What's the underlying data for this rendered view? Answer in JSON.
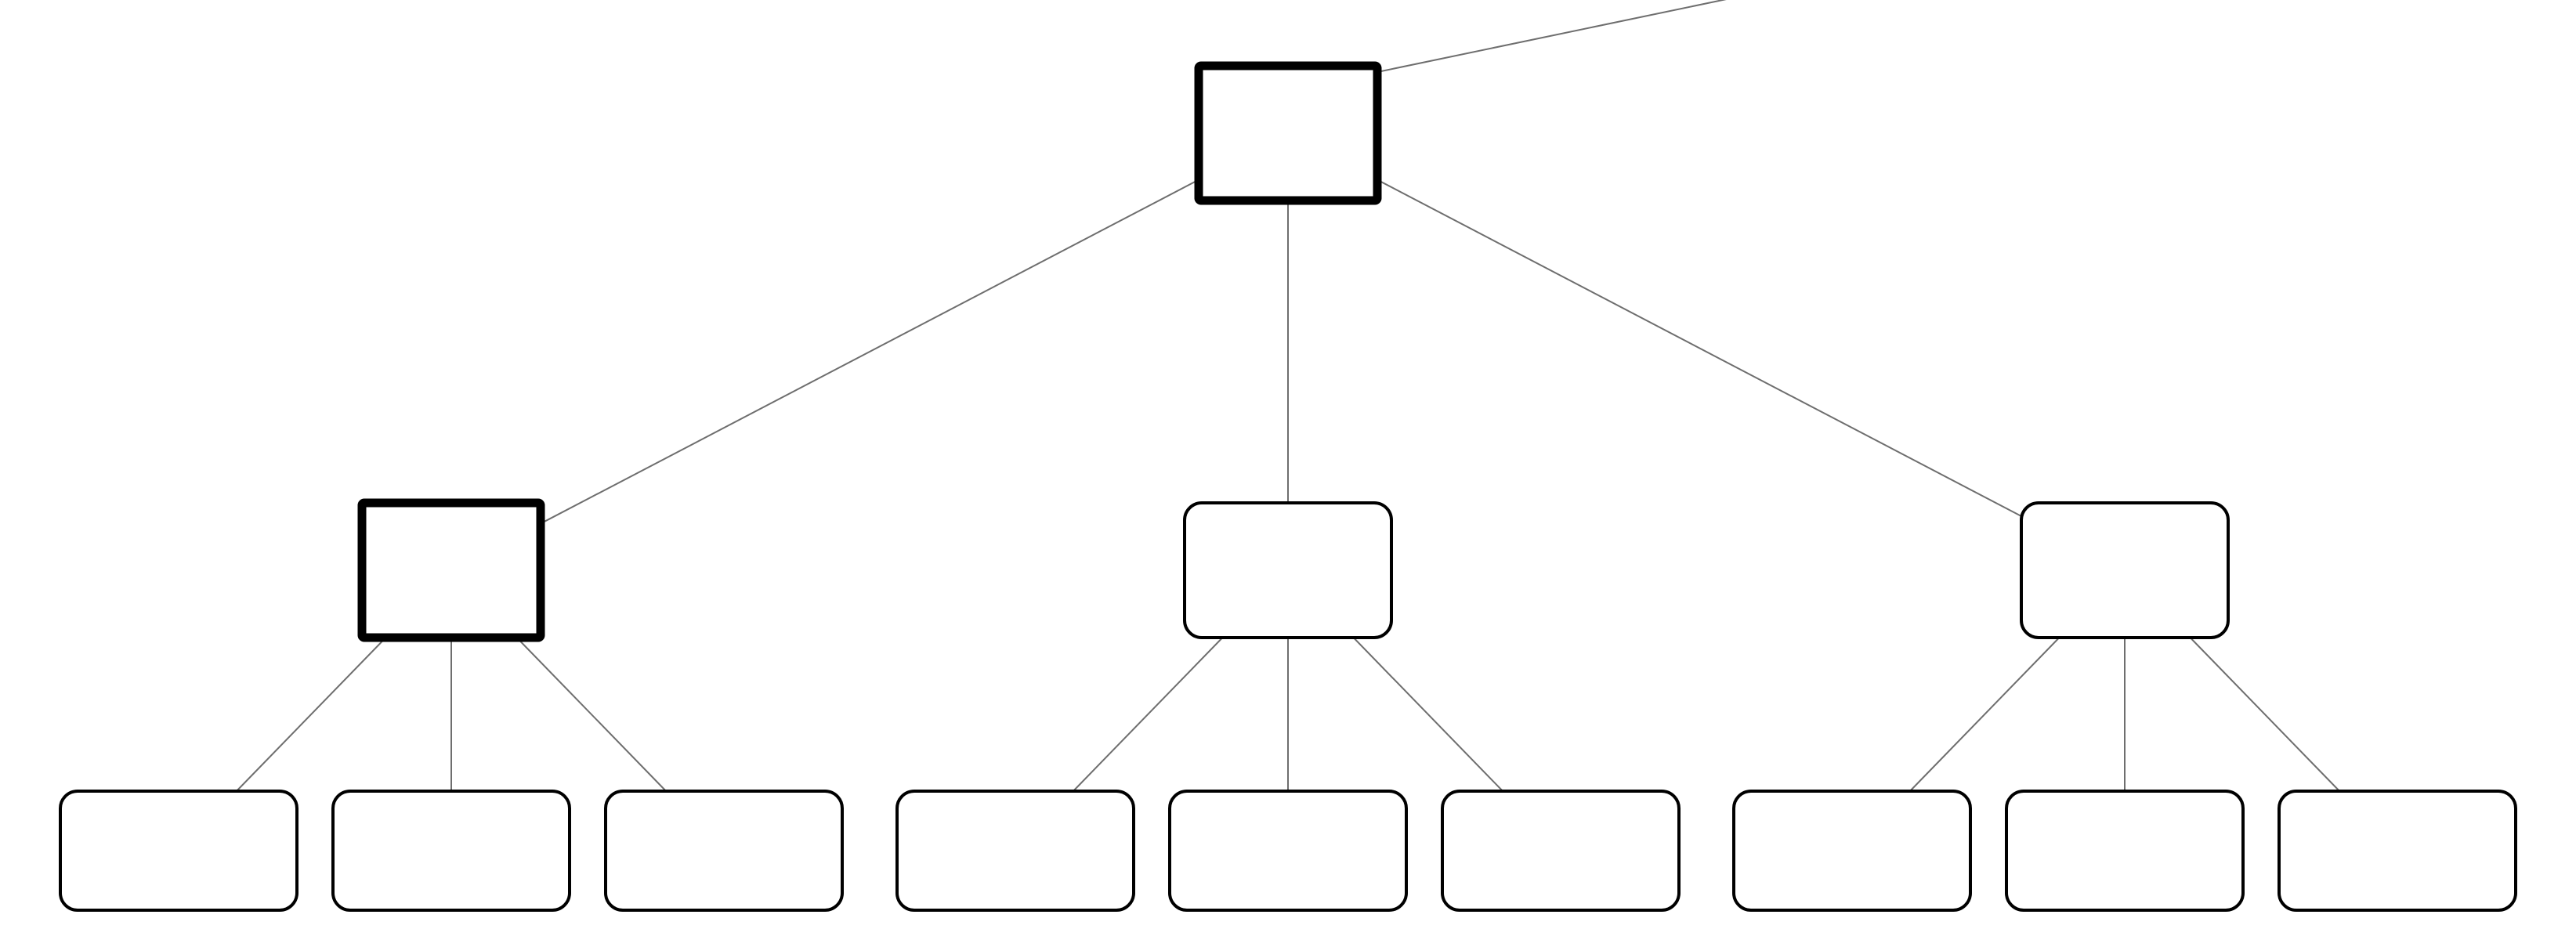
{
  "diagram": {
    "type": "tree",
    "root": "n0",
    "nodes": [
      {
        "id": "n0",
        "label": "",
        "shape": "square",
        "emphasis": "bold"
      },
      {
        "id": "n1",
        "label": "",
        "shape": "square",
        "emphasis": "bold"
      },
      {
        "id": "n2",
        "label": "",
        "shape": "rounded",
        "emphasis": "normal"
      },
      {
        "id": "n3",
        "label": "",
        "shape": "rounded",
        "emphasis": "normal"
      },
      {
        "id": "n4",
        "label": "",
        "shape": "rounded",
        "emphasis": "normal"
      },
      {
        "id": "n5",
        "label": "",
        "shape": "rounded",
        "emphasis": "normal"
      },
      {
        "id": "n6",
        "label": "",
        "shape": "rounded",
        "emphasis": "normal"
      },
      {
        "id": "n7",
        "label": "",
        "shape": "rounded",
        "emphasis": "normal"
      },
      {
        "id": "n8",
        "label": "",
        "shape": "rounded",
        "emphasis": "normal"
      },
      {
        "id": "n9",
        "label": "",
        "shape": "rounded",
        "emphasis": "normal"
      },
      {
        "id": "n10",
        "label": "",
        "shape": "rounded",
        "emphasis": "normal"
      },
      {
        "id": "n11",
        "label": "",
        "shape": "rounded",
        "emphasis": "normal"
      },
      {
        "id": "n12",
        "label": "",
        "shape": "rounded",
        "emphasis": "normal"
      }
    ],
    "edges": [
      {
        "from": "n0",
        "to": "n1"
      },
      {
        "from": "n0",
        "to": "n2"
      },
      {
        "from": "n0",
        "to": "n3"
      },
      {
        "from": "n1",
        "to": "n4"
      },
      {
        "from": "n1",
        "to": "n5"
      },
      {
        "from": "n1",
        "to": "n6"
      },
      {
        "from": "n2",
        "to": "n7"
      },
      {
        "from": "n2",
        "to": "n8"
      },
      {
        "from": "n2",
        "to": "n9"
      },
      {
        "from": "n3",
        "to": "n10"
      },
      {
        "from": "n3",
        "to": "n11"
      },
      {
        "from": "n3",
        "to": "n12"
      }
    ],
    "dangling_edges": [
      {
        "from": "n0",
        "direction": "up-right"
      }
    ],
    "colors": {
      "node_stroke": "#000000",
      "node_fill": "#ffffff",
      "edge": "#6e6e6e",
      "background": "#ffffff"
    }
  }
}
